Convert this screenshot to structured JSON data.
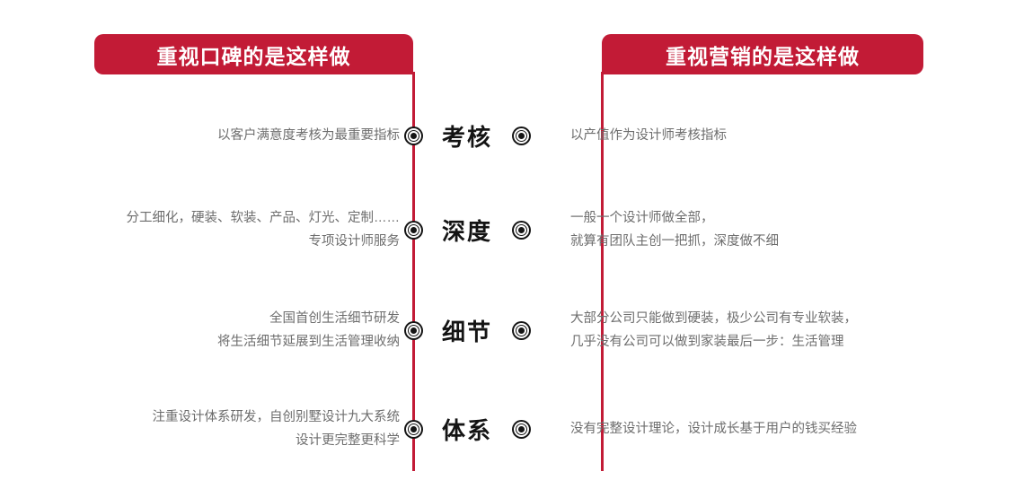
{
  "headers": {
    "left": "重视口碑的是这样做",
    "right": "重视营销的是这样做"
  },
  "colors": {
    "brand_red": "#C21B36",
    "text_gray": "#6d6d6d",
    "label_black": "#141414",
    "background": "#ffffff"
  },
  "rows": [
    {
      "category": "考核",
      "left": "以客户满意度考核为最重要指标",
      "right": "以产值作为设计师考核指标"
    },
    {
      "category": "深度",
      "left": "分工细化，硬装、软装、产品、灯光、定制……\n专项设计师服务",
      "right": "一般一个设计师做全部，\n就算有团队主创一把抓，深度做不细"
    },
    {
      "category": "细节",
      "left": "全国首创生活细节研发\n将生活细节延展到生活管理收纳",
      "right": "大部分公司只能做到硬装，极少公司有专业软装，\n几乎没有公司可以做到家装最后一步：生活管理"
    },
    {
      "category": "体系",
      "left": "注重设计体系研发，自创别墅设计九大系统\n设计更完整更科学",
      "right": "没有完整设计理论，设计成长基于用户的钱买经验"
    }
  ]
}
